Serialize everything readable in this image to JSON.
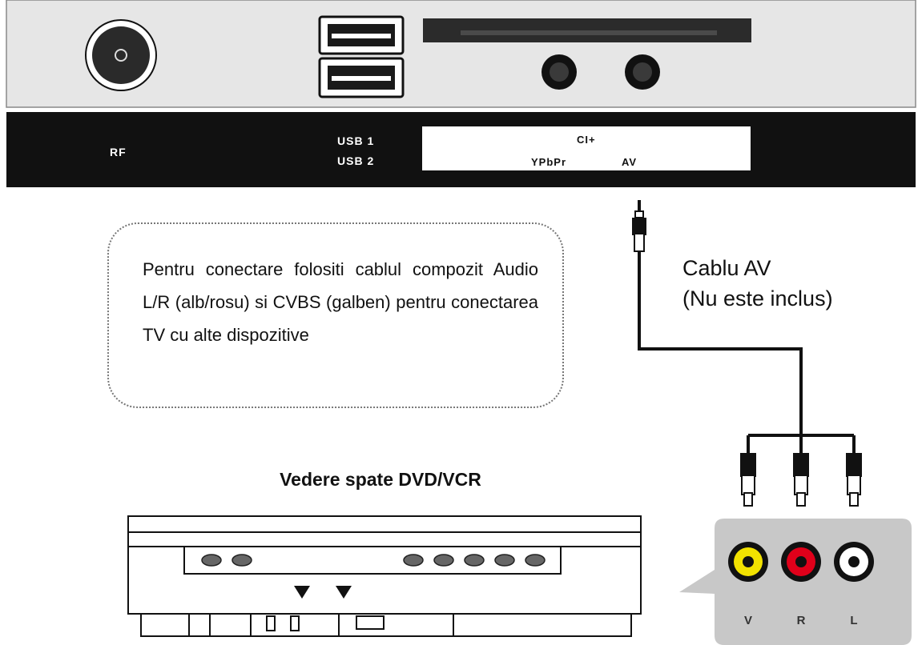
{
  "tv_panel": {
    "rf_label": "RF",
    "usb1_label": "USB 1",
    "usb2_label": "USB 2",
    "ci_label": "CI+",
    "ypbpr_label": "YPbPr",
    "av_label": "AV"
  },
  "note": {
    "text": "Pentru conectare folositi cablul compozit Audio L/R (alb/rosu) si CVBS (galben) pentru conectarea TV cu alte dispozitive"
  },
  "cable": {
    "line1": "Cablu AV",
    "line2": "(Nu este inclus)"
  },
  "dvd": {
    "title": "Vedere spate DVD/VCR"
  },
  "av_jacks": {
    "v_label": "V",
    "r_label": "R",
    "l_label": "L",
    "colors": {
      "video": "#f2e200",
      "right": "#e0001a",
      "left": "#ffffff"
    }
  },
  "colors": {
    "panel_top": "#e6e6e6",
    "panel_bar": "#111111",
    "jack_panel": "#c8c8c8"
  }
}
